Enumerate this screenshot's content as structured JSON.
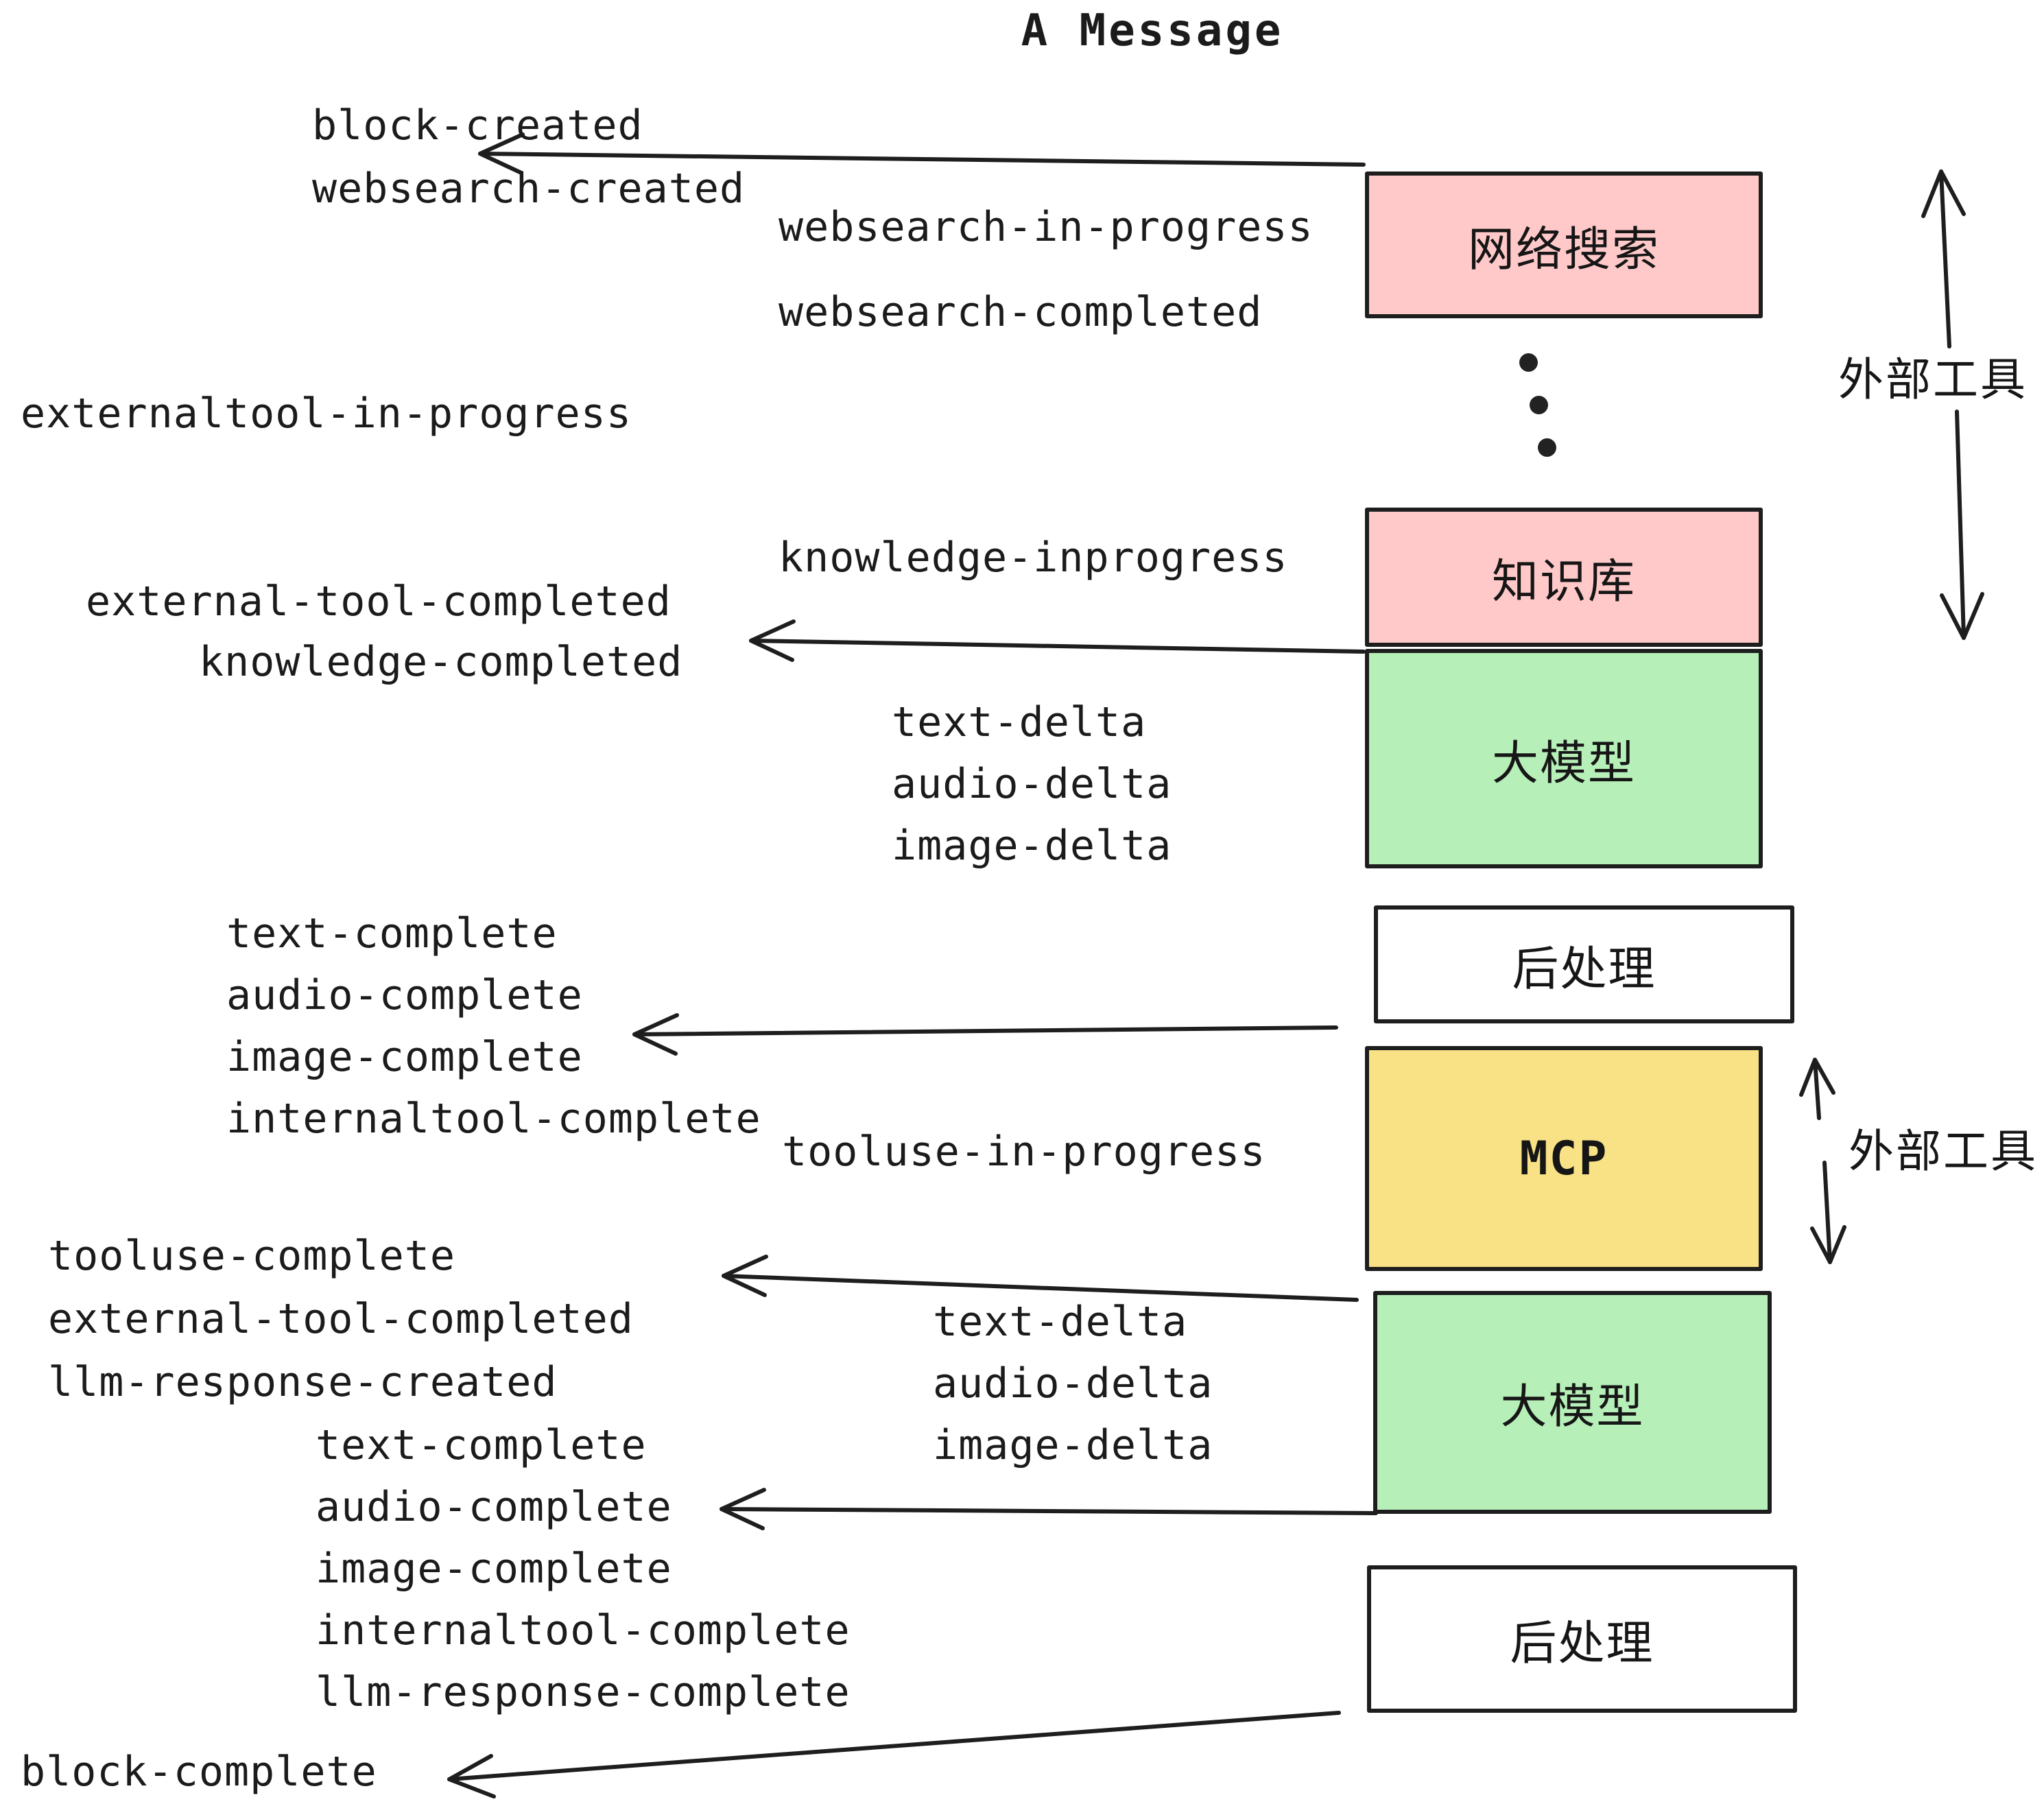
{
  "title": "A Message",
  "colors": {
    "background": "#ffffff",
    "stroke": "#1e1e1e",
    "pink": "#ffc9c9",
    "green": "#b7efb9",
    "yellow": "#f9e286",
    "white": "#ffffff"
  },
  "boxes": [
    {
      "id": "websearch",
      "label": "网络搜索",
      "fill": "#ffc9c9"
    },
    {
      "id": "knowledge",
      "label": "知识库",
      "fill": "#ffc9c9"
    },
    {
      "id": "llm1",
      "label": "大模型",
      "fill": "#b7efb9"
    },
    {
      "id": "post1",
      "label": "后处理",
      "fill": "#ffffff"
    },
    {
      "id": "mcp",
      "label": "MCP",
      "fill": "#f9e286"
    },
    {
      "id": "llm2",
      "label": "大模型",
      "fill": "#b7efb9"
    },
    {
      "id": "post2",
      "label": "后处理",
      "fill": "#ffffff"
    }
  ],
  "annotations": {
    "external_tool_top": "外部工具",
    "external_tool_bottom": "外部工具"
  },
  "events": [
    {
      "text": "block-created"
    },
    {
      "text": "websearch-created"
    },
    {
      "text": "websearch-in-progress"
    },
    {
      "text": "websearch-completed"
    },
    {
      "text": "externaltool-in-progress"
    },
    {
      "text": "knowledge-inprogress"
    },
    {
      "text": "external-tool-completed"
    },
    {
      "text": "knowledge-completed"
    },
    {
      "text": "text-delta"
    },
    {
      "text": "audio-delta"
    },
    {
      "text": "image-delta"
    },
    {
      "text": "text-complete"
    },
    {
      "text": "audio-complete"
    },
    {
      "text": "image-complete"
    },
    {
      "text": "internaltool-complete"
    },
    {
      "text": "tooluse-in-progress"
    },
    {
      "text": "tooluse-complete"
    },
    {
      "text": "external-tool-completed"
    },
    {
      "text": "llm-response-created"
    },
    {
      "text": "text-delta"
    },
    {
      "text": "audio-delta"
    },
    {
      "text": "image-delta"
    },
    {
      "text": "text-complete"
    },
    {
      "text": "audio-complete"
    },
    {
      "text": "image-complete"
    },
    {
      "text": "internaltool-complete"
    },
    {
      "text": "llm-response-complete"
    },
    {
      "text": "block-complete"
    }
  ]
}
